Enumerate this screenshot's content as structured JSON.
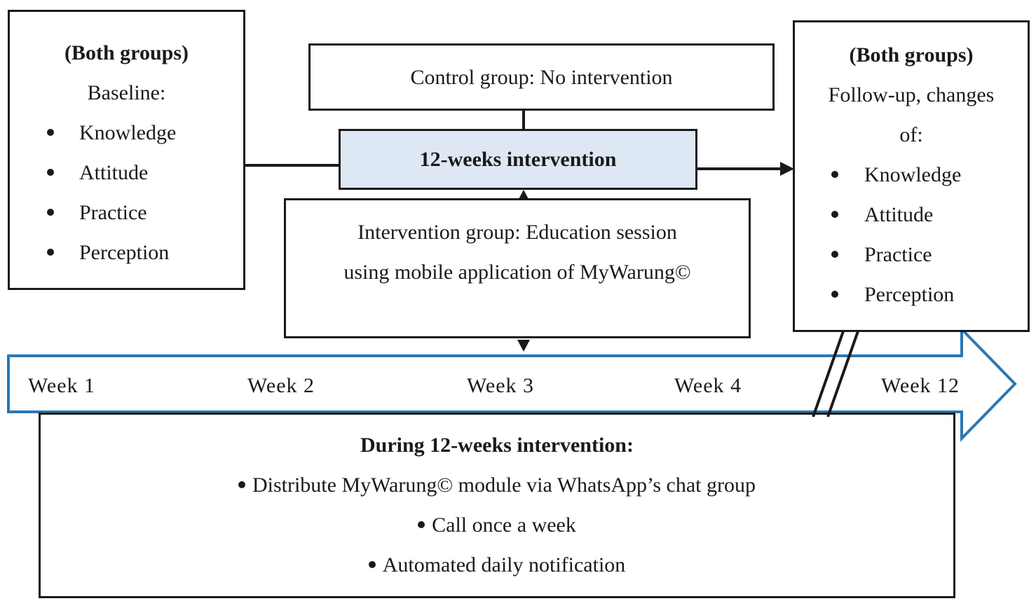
{
  "baseline": {
    "group_label": "(Both groups)",
    "sub_label": "Baseline:",
    "items": [
      "Knowledge",
      "Attitude",
      "Practice",
      "Perception"
    ]
  },
  "control": {
    "text": "Control group: No intervention"
  },
  "intervention": {
    "text": "12-weeks intervention",
    "fill_color": "#dde8f4"
  },
  "intervention_group": {
    "lines": [
      "Intervention group: Education session",
      "using mobile application of MyWarung©"
    ]
  },
  "followup": {
    "group_label": "(Both groups)",
    "sub_label_lines": [
      "Follow-up, changes",
      "of:"
    ],
    "items": [
      "Knowledge",
      "Attitude",
      "Practice",
      "Perception"
    ]
  },
  "timeline": {
    "weeks": [
      "Week  1",
      "Week  2",
      "Week  3",
      "Week  4",
      "Week  12"
    ],
    "arrow_color": "#2a77b4"
  },
  "during": {
    "title": "During 12-weeks intervention:",
    "items": [
      "Distribute MyWarung© module via WhatsApp’s chat group",
      "Call once a week",
      "Automated daily notification"
    ]
  }
}
